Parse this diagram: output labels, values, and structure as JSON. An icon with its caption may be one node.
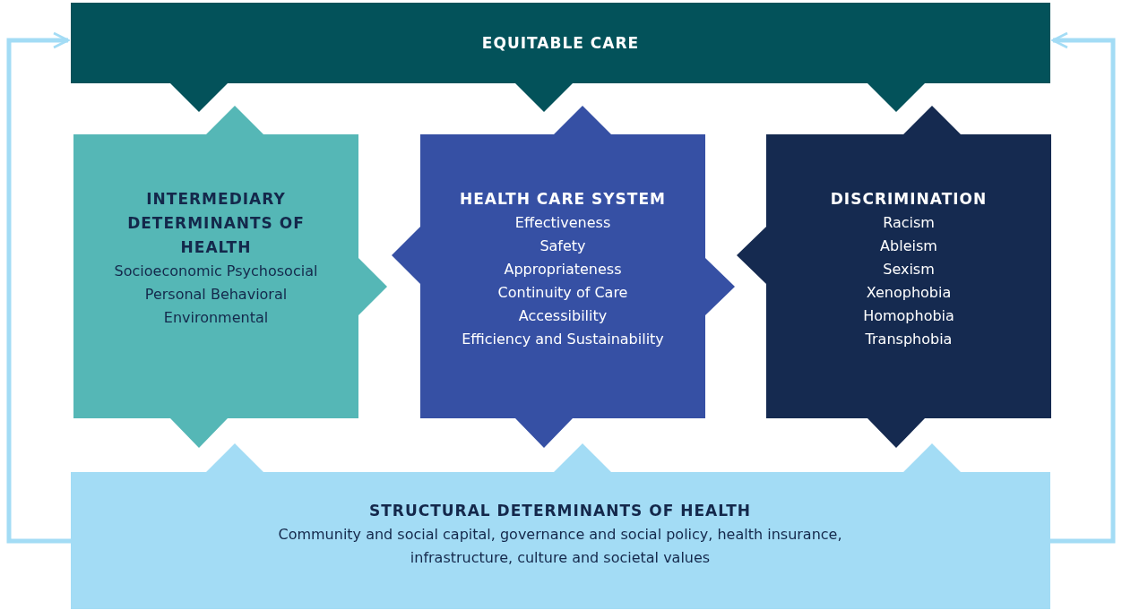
{
  "diagram": {
    "nodes": [
      {
        "text": [
          "EQUITABLE CARE"
        ]
      },
      {
        "text": [
          "INTERMEDIARY DETERMINANTS OF HEALTH",
          "Socioeconomic Psychosocial",
          "Personal Behavioral",
          "Environmental"
        ]
      },
      {
        "text": [
          "HEALTH CARE SYSTEM",
          "Effectiveness",
          "Safety",
          "Appropriateness",
          "Continuity of Care",
          "Accessibility",
          "Efficiency and Sustainability"
        ]
      },
      {
        "text": [
          "DISCRIMINATION",
          "Racism",
          "Ableism",
          "Sexism",
          "Xenophobia",
          "Homophobia",
          "Transphobia"
        ]
      },
      {
        "text": [
          "STRUCTURAL DETERMINANTS OF HEALTH",
          "Community and social capital, governance and social policy, health insurance, infrastructure, culture and societal values"
        ]
      }
    ],
    "edges": [
      {
        "from": 4,
        "to": 0,
        "arrow": "to"
      },
      {
        "from": 4,
        "to": 0,
        "arrow": "to"
      }
    ]
  }
}
